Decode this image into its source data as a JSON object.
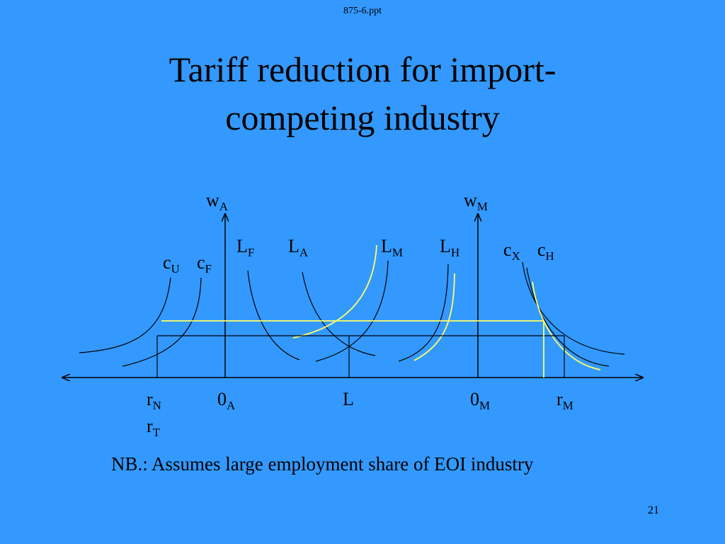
{
  "slide": {
    "header": "875-6.ppt",
    "title_line1": "Tariff reduction for import-",
    "title_line2": "competing industry",
    "note": "NB.: Assumes large employment share of EOI industry",
    "page_number": "21"
  },
  "diagram": {
    "labels": {
      "wA": {
        "base": "w",
        "sub": "A"
      },
      "wM": {
        "base": "w",
        "sub": "M"
      },
      "LF": {
        "base": "L",
        "sub": "F"
      },
      "LA": {
        "base": "L",
        "sub": "A"
      },
      "LM": {
        "base": "L",
        "sub": "M"
      },
      "LH": {
        "base": "L",
        "sub": "H"
      },
      "cX": {
        "base": "c",
        "sub": "X"
      },
      "cH": {
        "base": "c",
        "sub": "H"
      },
      "cU": {
        "base": "c",
        "sub": "U"
      },
      "cF": {
        "base": "c",
        "sub": "F"
      },
      "rN": {
        "base": "r",
        "sub": "N"
      },
      "rT": {
        "base": "r",
        "sub": "T"
      },
      "oA": {
        "base": "0",
        "sub": "A"
      },
      "L": {
        "base": "L",
        "sub": ""
      },
      "oM": {
        "base": "0",
        "sub": "M"
      },
      "rM": {
        "base": "r",
        "sub": "M"
      }
    },
    "colors": {
      "original_curves": "#000000",
      "shifted_curves": "#ffff66",
      "background": "#3399ff"
    }
  }
}
